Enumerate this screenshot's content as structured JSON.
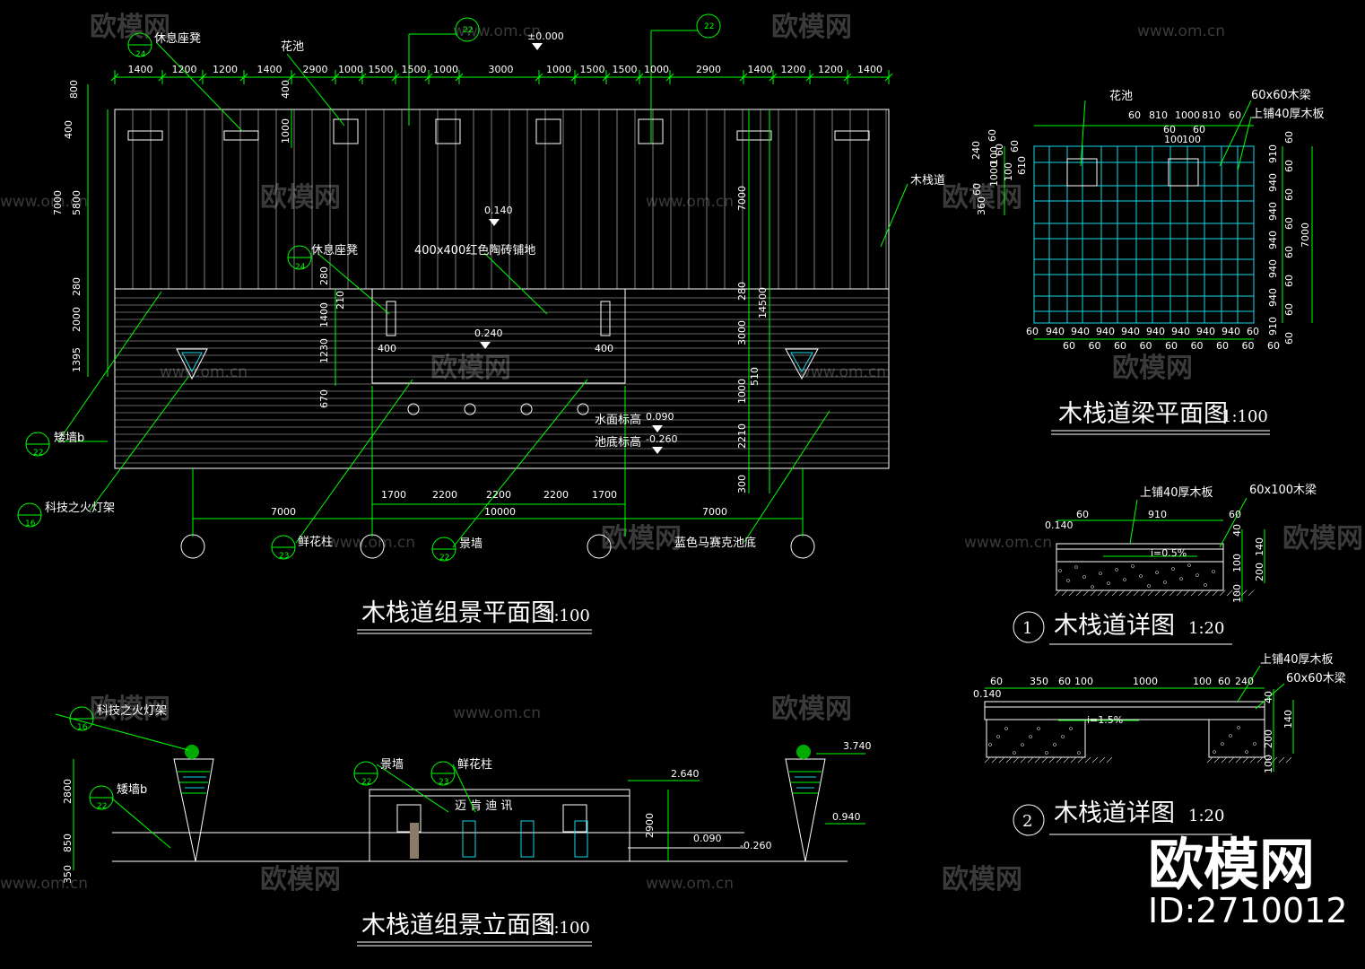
{
  "watermark": {
    "brand": "欧模网",
    "url": "www.om.cn",
    "id": "ID:2710012"
  },
  "plan": {
    "title": "木栈道组景平面图",
    "scale": "1:100",
    "labels": {
      "bench_top": "休息座凳",
      "flower_pool": "花池",
      "boardwalk": "木栈道",
      "bench_mid": "休息座凳",
      "tile": "400x400红色陶砖铺地",
      "low_wall": "矮墙b",
      "lamp": "科技之火灯架",
      "flower_column": "鲜花柱",
      "feature_wall": "景墙",
      "pool_bottom": "蓝色马赛克池底",
      "water_level": "水面标高",
      "pool_level": "池底标高"
    },
    "elevations": {
      "zero": "±0.000",
      "e1": "0.140",
      "e2": "0.240",
      "e3": "0.090",
      "e4": "-0.260"
    },
    "refs": {
      "r1": "24",
      "r2": "24",
      "r3": "22",
      "r4": "16",
      "r5": "23",
      "r6": "22",
      "top1": "22",
      "top2": "22"
    },
    "top_dims": [
      "1400",
      "1200",
      "1200",
      "1400",
      "2900",
      "1000",
      "1500",
      "1500",
      "1000",
      "3000",
      "1000",
      "1500",
      "1500",
      "1000",
      "2900",
      "1400",
      "1200",
      "1200",
      "1400"
    ],
    "left_dims": [
      "800",
      "400",
      "7000",
      "5800",
      "280",
      "2000",
      "1395"
    ],
    "left_dims2": [
      "400",
      "1000"
    ],
    "mid_dims": [
      "280",
      "210",
      "1400",
      "1230",
      "670"
    ],
    "right_dims": [
      "7000",
      "280",
      "3000",
      "1000",
      "2210",
      "300",
      "14500",
      "510"
    ],
    "small_dims": [
      "400",
      "400"
    ],
    "bottom_dims": [
      "1700",
      "2200",
      "2200",
      "2200",
      "1700"
    ],
    "bottom_dims2": [
      "7000",
      "10000",
      "7000"
    ]
  },
  "elev": {
    "title": "木栈道组景立面图",
    "scale": "1:100",
    "labels": {
      "lamp": "科技之火灯架",
      "low_wall": "矮墙b",
      "feature_wall": "景墙",
      "flower_column": "鲜花柱",
      "slogan": "迈 肯 迪 讯"
    },
    "refs": {
      "r1": "16",
      "r2": "22",
      "r3": "22",
      "r4": "23"
    },
    "levels": {
      "a": "3.740",
      "b": "2.640",
      "c": "0.940",
      "d": "0.090",
      "e": "-0.260"
    },
    "dims": [
      "2800",
      "850",
      "350",
      "2900"
    ]
  },
  "beam": {
    "title": "木栈道梁平面图",
    "scale": "1:100",
    "labels": {
      "flower_pool": "花池",
      "beam": "60x60木梁",
      "board": "上铺40厚木板"
    },
    "top_dims": [
      "60",
      "810",
      "1000",
      "810",
      "60"
    ],
    "top_dims2": [
      "60",
      "60"
    ],
    "top_dims3": [
      "100",
      "100"
    ],
    "left_dims": [
      "60",
      "240",
      "100",
      "60",
      "60",
      "1000",
      "60",
      "360",
      "100",
      "610"
    ],
    "right_dims": [
      "60",
      "910",
      "60",
      "940",
      "60",
      "940",
      "60",
      "940",
      "60",
      "940",
      "60",
      "940",
      "60",
      "910",
      "60"
    ],
    "overall": "7000",
    "bottom_dims": [
      "60",
      "940",
      "940",
      "940",
      "940",
      "940",
      "940",
      "940",
      "940",
      "60"
    ],
    "bottom_dims2": [
      "60",
      "60",
      "60",
      "60",
      "60",
      "60",
      "60",
      "60",
      "60"
    ]
  },
  "detail1": {
    "num": "1",
    "title": "木栈道详图",
    "scale": "1:20",
    "labels": {
      "board": "上铺40厚木板",
      "beam": "60x100木梁",
      "slope": "i=0.5%"
    },
    "level": "0.140",
    "dims": [
      "60",
      "910",
      "60"
    ],
    "side_dims": [
      "40",
      "100",
      "140",
      "200",
      "100"
    ]
  },
  "detail2": {
    "num": "2",
    "title": "木栈道详图",
    "scale": "1:20",
    "labels": {
      "board": "上铺40厚木板",
      "beam": "60x60木梁",
      "slope": "i=1.5%"
    },
    "level": "0.140",
    "dims": [
      "60",
      "350",
      "60",
      "100",
      "1000",
      "100",
      "60",
      "240"
    ],
    "side_dims": [
      "40",
      "140",
      "200",
      "100"
    ]
  }
}
